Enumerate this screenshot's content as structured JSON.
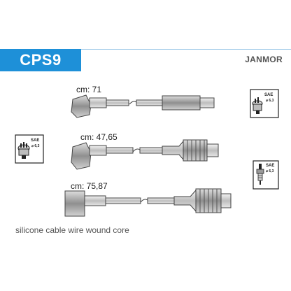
{
  "header": {
    "code": "CPS9",
    "brand": "JANMOR"
  },
  "cables": [
    {
      "length_label": "cm: 71"
    },
    {
      "length_label": "cm: 47,65"
    },
    {
      "length_label": "cm: 75,87"
    }
  ],
  "connectors": {
    "distributor_badge": "SAE",
    "distributor_size": "⌀ 6,3",
    "coil_badge": "SAE",
    "coil_size": "⌀ 6,3",
    "plug_badge": "SAE",
    "plug_size": "⌀ 6,3"
  },
  "footer": {
    "description": "silicone cable wire wound core"
  }
}
